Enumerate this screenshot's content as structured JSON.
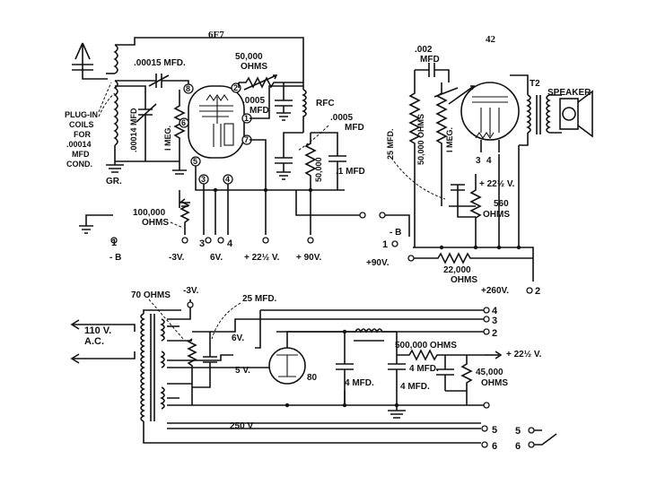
{
  "tubes": {
    "left_tube": "6F7",
    "right_tube": "42",
    "rectifier": "80"
  },
  "labels": {
    "c_00015": ".00015 MFD.",
    "r_50000_top_value": "50,000",
    "r_50000_top_unit": "OHMS",
    "c_0005_left_value": ".0005",
    "c_0005_left_unit": "MFD",
    "rfc": "RFC",
    "c_0005_right_value": ".0005",
    "c_0005_right_unit": "MFD",
    "c_00014": ".00014 MFD",
    "imeg_left": "I MEG.",
    "plugin_1": "PLUG-IN",
    "plugin_2": "COILS",
    "plugin_3": "FOR",
    "plugin_4": ".00014",
    "plugin_5": "MFD",
    "plugin_6": "COND.",
    "gr": "GR.",
    "r_50000_mid": "50,000",
    "c_1mfd": ".1 MFD",
    "r_100000_value": "100,000",
    "r_100000_unit": "OHMS",
    "pin_8": "8",
    "pin_2": "2",
    "pin_6": "6",
    "pin_1": "1",
    "pin_7": "7",
    "pin_5": "5",
    "pin_3": "3",
    "pin_4": "4",
    "c_002_value": ".002",
    "c_002_unit": "MFD",
    "c_25_right": "25 MFD.",
    "r_50000_right": "50,000 OHMS",
    "imeg_right": "I MEG.",
    "t2": "T2",
    "speaker": "SPEAKER",
    "sock_3": "3",
    "sock_4": "4",
    "v_22_right": "+ 22½ V.",
    "r_560_value": "560",
    "r_560_unit": "OHMS",
    "r_22000_value": "22,000",
    "r_22000_unit": "OHMS",
    "c_25_bottom": "25 MFD.",
    "r_70": "70 OHMS",
    "v_neg3_bottom": "-3V.",
    "v_110_1": "110 V.",
    "v_110_2": "A.C.",
    "v_6v_bottom": "6V.",
    "v_5v": "5 V.",
    "v_250": "250 V",
    "r_500000": "500,000 OHMS",
    "v_22_bottom": "+ 22½ V.",
    "c_4mfd_a": "4 MFD.",
    "c_4mfd_b": "4 MFD.",
    "c_4mfd_c": "4 MFD.",
    "r_45000_value": "45,000",
    "r_45000_unit": "OHMS"
  },
  "terminals": {
    "left_one": "1",
    "left_neg_b": "- B",
    "neg3": "-3V.",
    "n3": "3",
    "n4": "4",
    "v6": "6V.",
    "v22": "+ 22½ V.",
    "v90": "+ 90V.",
    "right_neg_b": "- B",
    "right_one": "1",
    "right_90": "+90V.",
    "v260": "+260V.",
    "n2_bottom": "2",
    "bus_4": "4",
    "bus_3": "3",
    "bus_2": "2",
    "bus_5": "5",
    "bus_6": "6",
    "sw_5": "5",
    "sw_6": "6"
  }
}
